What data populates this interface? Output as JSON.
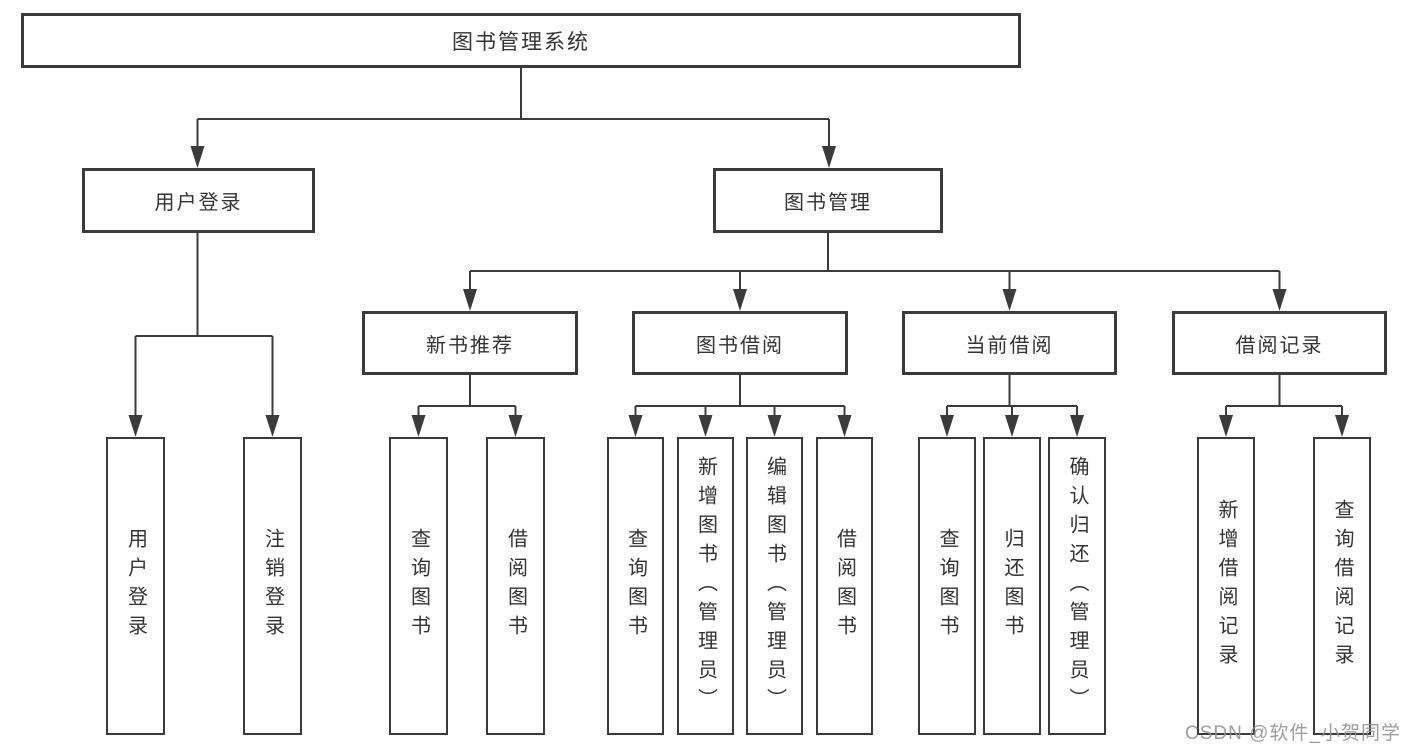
{
  "tree": {
    "root": {
      "label": "图书管理系统"
    },
    "children": [
      {
        "label": "用户登录",
        "children": [
          {
            "label": "用户登录"
          },
          {
            "label": "注销登录"
          }
        ]
      },
      {
        "label": "图书管理",
        "children": [
          {
            "label": "新书推荐",
            "children": [
              {
                "label": "查询图书"
              },
              {
                "label": "借阅图书"
              }
            ]
          },
          {
            "label": "图书借阅",
            "children": [
              {
                "label": "查询图书"
              },
              {
                "label": "新增图书（管理员）"
              },
              {
                "label": "编辑图书（管理员）"
              },
              {
                "label": "借阅图书"
              }
            ]
          },
          {
            "label": "当前借阅",
            "children": [
              {
                "label": "查询图书"
              },
              {
                "label": "归还图书"
              },
              {
                "label": "确认归还（管理员）"
              }
            ]
          },
          {
            "label": "借阅记录",
            "children": [
              {
                "label": "新增借阅记录"
              },
              {
                "label": "查询借阅记录"
              }
            ]
          }
        ]
      }
    ]
  },
  "watermark": "CSDN @软件_小贺同学",
  "colors": {
    "line": "#3b3b3b",
    "box_border": "#3b3b3b",
    "box_bg": "#ffffff",
    "text": "#333333",
    "watermark": "#949494"
  }
}
